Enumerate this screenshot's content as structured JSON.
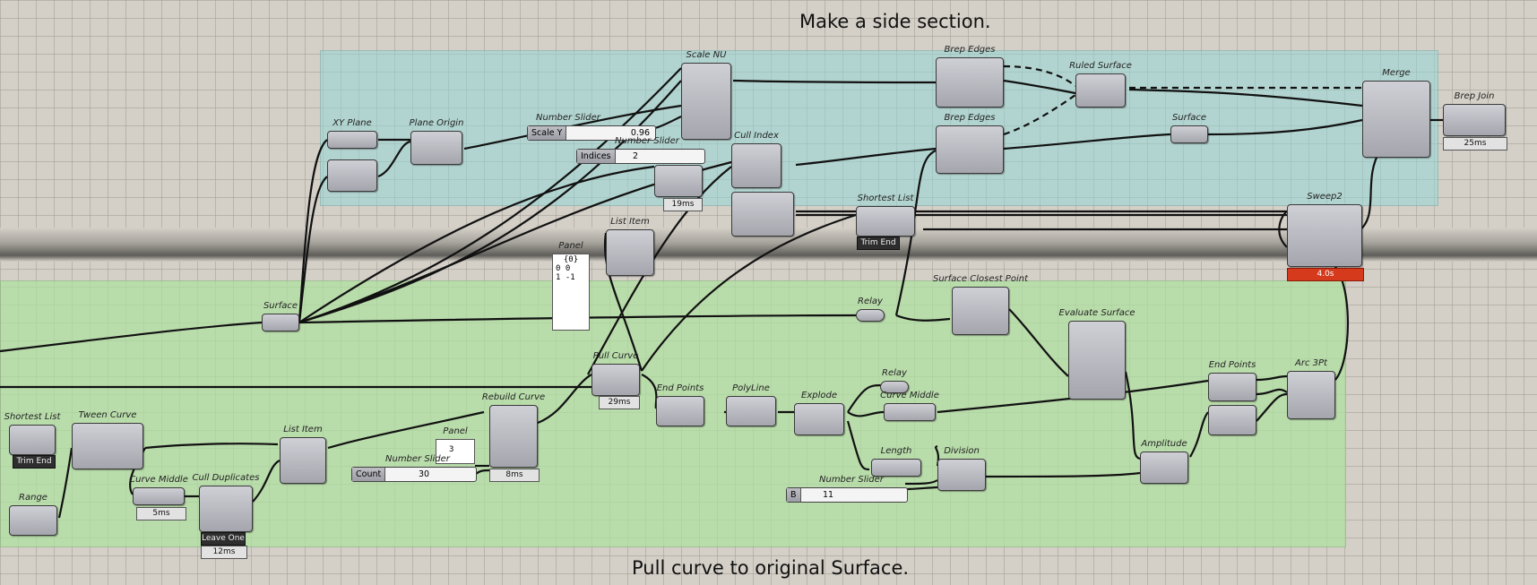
{
  "notes": {
    "top": "Make a side section.",
    "bottom": "Pull curve to original Surface."
  },
  "components": {
    "scale_nu": "Scale NU",
    "brep_edges_1": "Brep Edges",
    "ruled_surface": "Ruled Surface",
    "merge": "Merge",
    "brep_join": "Brep Join",
    "xy_plane": "XY Plane",
    "plane_origin": "Plane Origin",
    "number_slider_scale": "Number Slider",
    "number_slider_indices": "Number Slider",
    "cull_index": "Cull Index",
    "brep_edges_2": "Brep Edges",
    "surface_top": "Surface",
    "shortest_list_top": "Shortest List",
    "sweep2": "Sweep2",
    "list_item_top": "List Item",
    "panel_top": "Panel",
    "surface_left": "Surface",
    "relay_1": "Relay",
    "surface_closest_point": "Surface Closest Point",
    "evaluate_surface": "Evaluate Surface",
    "pull_curve": "Pull Curve",
    "end_points_1": "End Points",
    "polyline": "PolyLine",
    "explode": "Explode",
    "relay_2": "Relay",
    "curve_middle_2": "Curve Middle",
    "end_points_2": "End Points",
    "arc_3pt": "Arc 3Pt",
    "shortest_list_bottom": "Shortest List",
    "tween_curve": "Tween Curve",
    "list_item_bottom": "List Item",
    "rebuild_curve": "Rebuild Curve",
    "panel_bottom": "Panel",
    "number_slider_count": "Number Slider",
    "curve_middle_1": "Curve Middle",
    "cull_duplicates": "Cull Duplicates",
    "range": "Range",
    "length": "Length",
    "division": "Division",
    "number_slider_b": "Number Slider",
    "amplitude": "Amplitude"
  },
  "sliders": {
    "scale_y": {
      "label": "Scale Y",
      "value": "0.96"
    },
    "indices": {
      "label": "Indices",
      "value": "2"
    },
    "count": {
      "label": "Count",
      "value": "30"
    },
    "b": {
      "label": "B",
      "value": "11"
    }
  },
  "badges": {
    "brep_join_time": "25ms",
    "cull_time": "19ms",
    "shortest_top_mode": "Trim End",
    "sweep2_time": "4.0s",
    "pull_time": "29ms",
    "rebuild_time": "8ms",
    "curve_middle_time": "5ms",
    "cull_dup_mode": "Leave One",
    "cull_dup_time": "12ms",
    "shortest_bottom_mode": "Trim End"
  },
  "panels": {
    "top_lines": [
      "{0}",
      "0 0",
      "1 -1"
    ],
    "bottom_value": "3"
  },
  "colors": {
    "canvas": "#d4d0c8",
    "cyan_group": "#96d7d7",
    "green_group": "#afe1a0",
    "component": "#b8b8c0",
    "error_badge": "#d63a1c"
  }
}
